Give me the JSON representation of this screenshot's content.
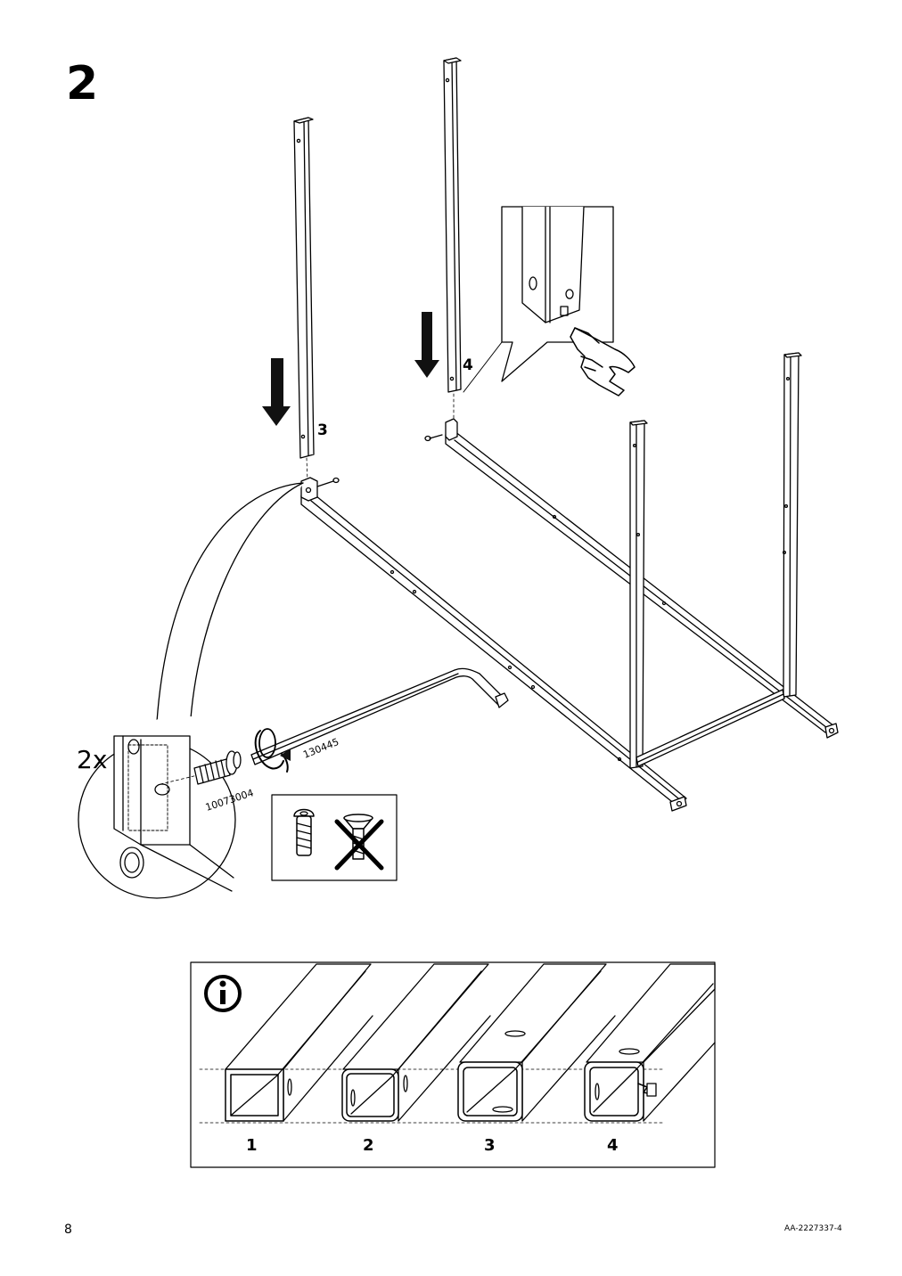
{
  "step_number": "2",
  "callouts": {
    "post_left": "3",
    "post_right": "4",
    "quantity": "2x",
    "screw_part": "10073004",
    "key_part": "130445"
  },
  "info_panel": {
    "profiles": [
      "1",
      "2",
      "3",
      "4"
    ]
  },
  "footer": {
    "page_number": "8",
    "doc_code": "AA-2227337-4"
  },
  "icons": [
    "down-arrow-icon",
    "rotate-arrow-icon",
    "info-icon",
    "pointing-hand-icon",
    "cross-out-icon"
  ]
}
